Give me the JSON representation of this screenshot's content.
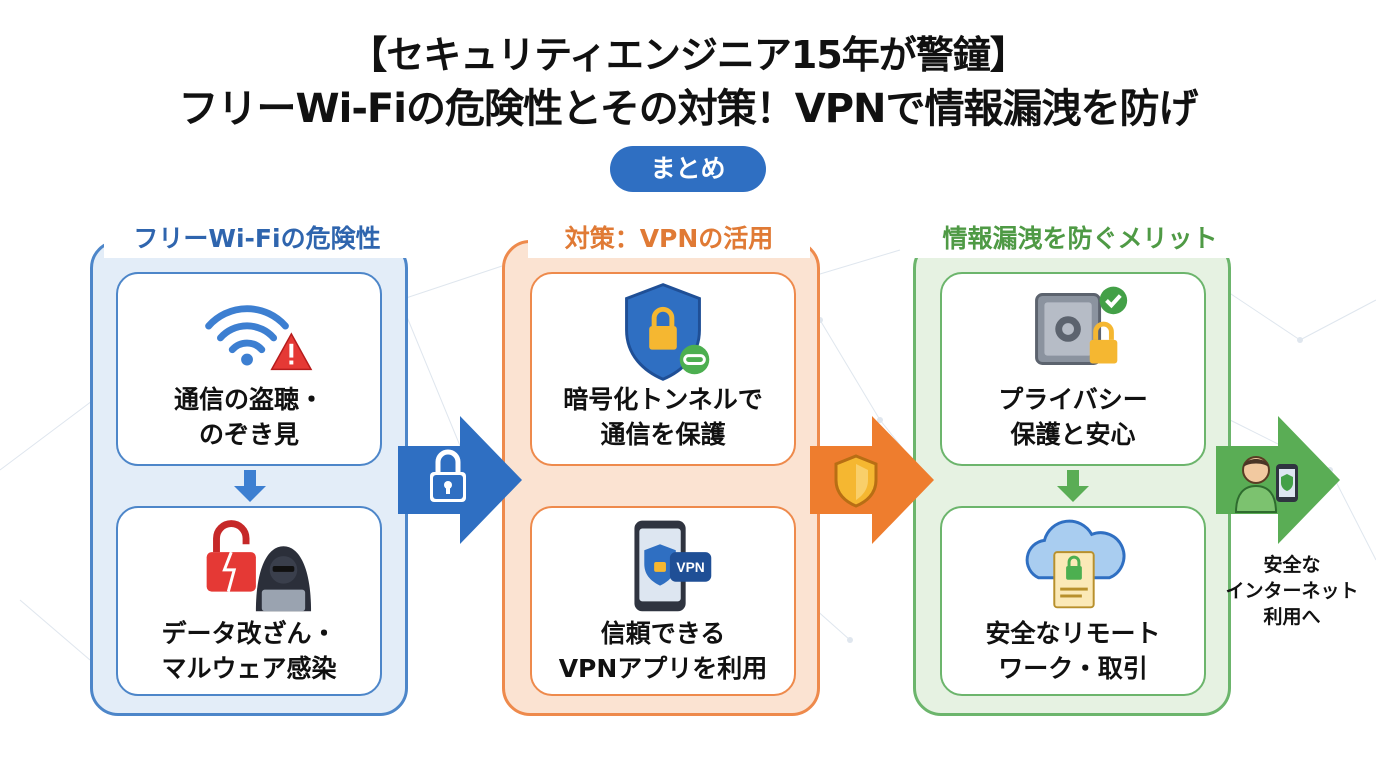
{
  "title": {
    "line1": "【セキュリティエンジニア15年が警鐘】",
    "line2": "フリーWi-Fiの危険性とその対策！VPNで情報漏洩を防げ"
  },
  "summary_pill": "まとめ",
  "panels": [
    {
      "title": "フリーWi-Fiの危険性",
      "cards": [
        {
          "line1": "通信の盗聴・",
          "line2": "のぞき見",
          "icon": "wifi-warning-icon"
        },
        {
          "line1": "データ改ざん・",
          "line2": "マルウェア感染",
          "icon": "hacker-icon"
        }
      ]
    },
    {
      "title": "対策：VPNの活用",
      "cards": [
        {
          "line1": "暗号化トンネルで",
          "line2": "通信を保護",
          "icon": "shield-lock-icon"
        },
        {
          "line1": "信頼できる",
          "line2": "VPNアプリを利用",
          "icon": "phone-vpn-icon",
          "badge": "VPN"
        }
      ]
    },
    {
      "title": "情報漏洩を防ぐメリット",
      "cards": [
        {
          "line1": "プライバシー",
          "line2": "保護と安心",
          "icon": "safe-check-icon"
        },
        {
          "line1": "安全なリモート",
          "line2": "ワーク・取引",
          "icon": "cloud-document-icon"
        }
      ]
    }
  ],
  "outcome": {
    "line1": "安全な",
    "line2": "インターネット",
    "line3": "利用へ",
    "icon": "user-phone-icon"
  },
  "colors": {
    "blue": "#2f6fc2",
    "orange": "#ee7d2e",
    "green": "#5aad55"
  }
}
